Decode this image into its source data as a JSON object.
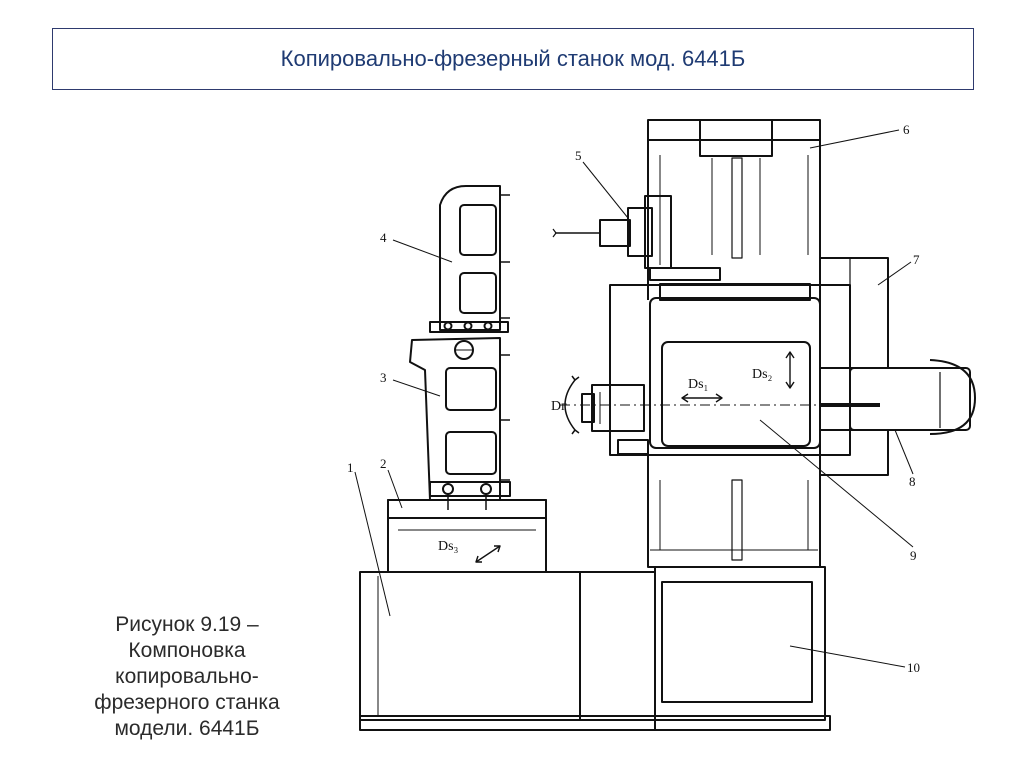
{
  "title": "Копировально-фрезерный станок мод. 6441Б",
  "caption": {
    "lines": [
      "Рисунок 9.19 –",
      "Компоновка",
      "копировально-",
      "фрезерного станка",
      "модели. 6441Б"
    ]
  },
  "diagram": {
    "part_labels": [
      "1",
      "2",
      "3",
      "4",
      "5",
      "6",
      "7",
      "8",
      "9",
      "10"
    ],
    "motion_labels": {
      "ds1": "Ds₁",
      "ds2": "Ds₂",
      "ds3": "Ds₃",
      "dr": "Dг"
    }
  },
  "colors": {
    "title_border": "#2e3a6e",
    "title_text": "#1f3b73",
    "caption_text": "#2b2b2b",
    "ink": "#111111"
  }
}
